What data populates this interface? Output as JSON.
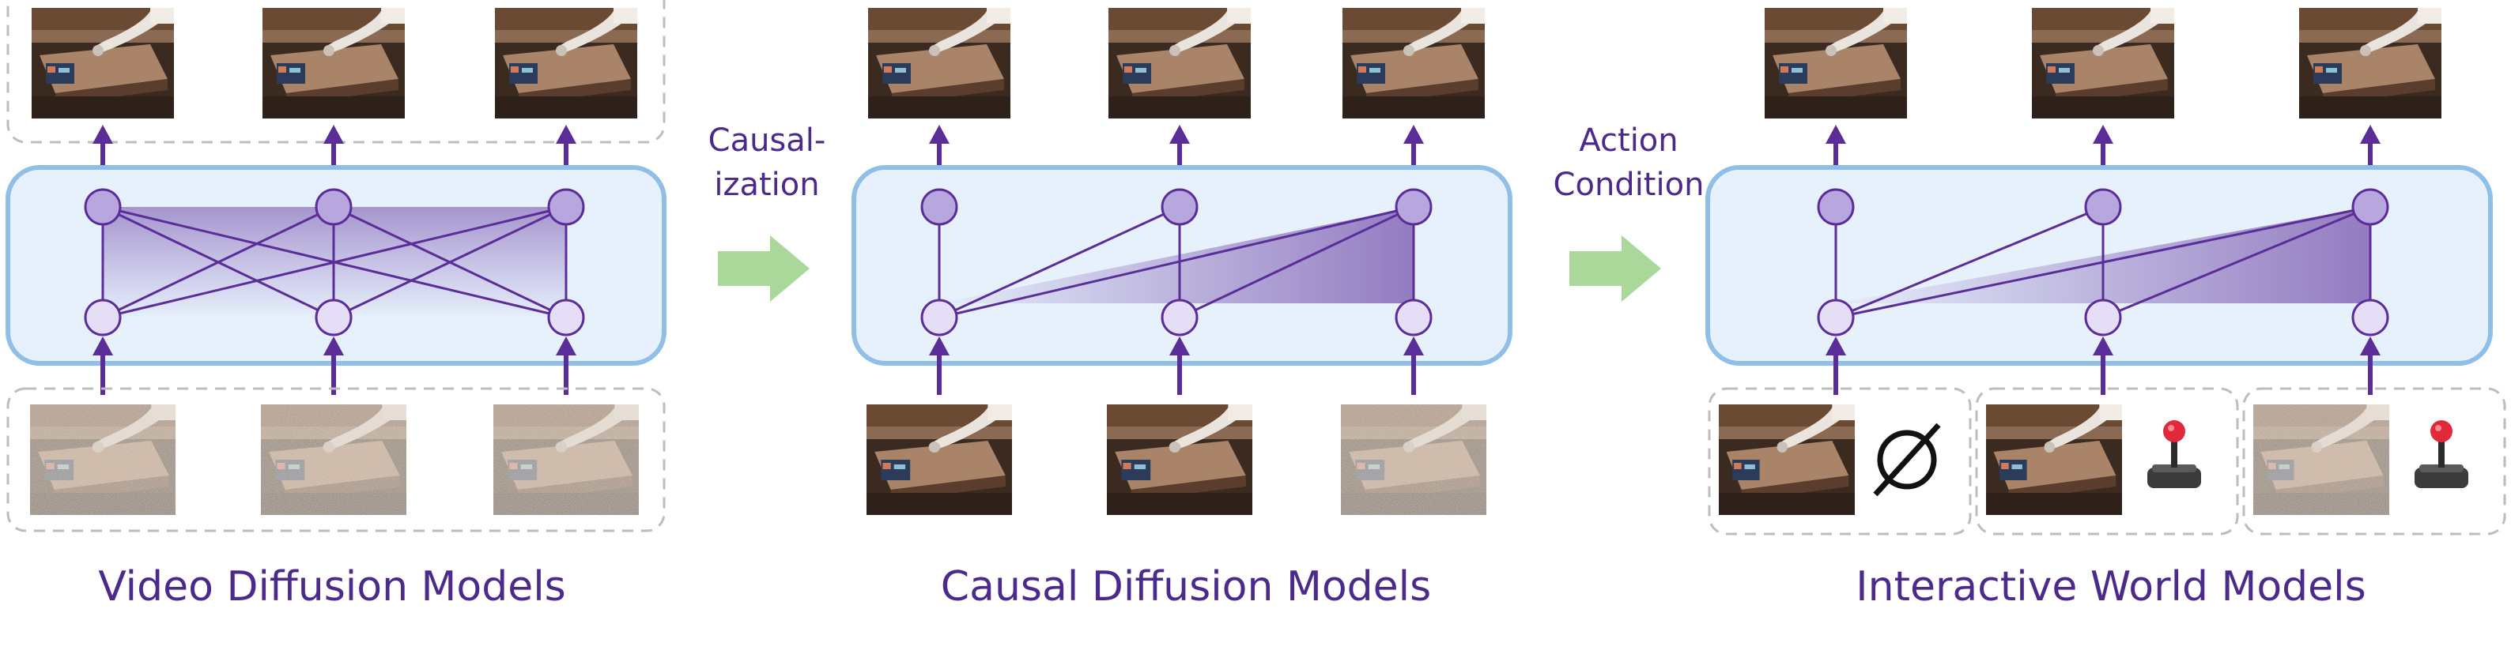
{
  "panels": [
    {
      "title": "Video Diffusion Models",
      "connections": "bidirectional",
      "input_style": "noisy",
      "input_icons": []
    },
    {
      "title": "Causal Diffusion Models",
      "connections": "causal",
      "input_style": "clean-clean-noisy",
      "input_icons": []
    },
    {
      "title": "Interactive World Models",
      "connections": "causal",
      "input_style": "clean-clean-noisy",
      "input_icons": [
        "empty-set-icon",
        "joystick-icon",
        "joystick-icon"
      ]
    }
  ],
  "transitions": [
    {
      "line1": "Causal-",
      "line2": "ization"
    },
    {
      "line1": "Action",
      "line2": "Condition"
    }
  ],
  "colors": {
    "node_fill": "#b8a6df",
    "node_fill_light": "#e6def7",
    "edge": "#5b2d99",
    "block_fill": "#e7f1fc",
    "block_stroke": "#8fbfe6",
    "arrow_green": "#a9d89a",
    "dashed_border": "#bdbdbd",
    "text": "#4b2a8c",
    "joystick_knob": "#e0293a"
  }
}
